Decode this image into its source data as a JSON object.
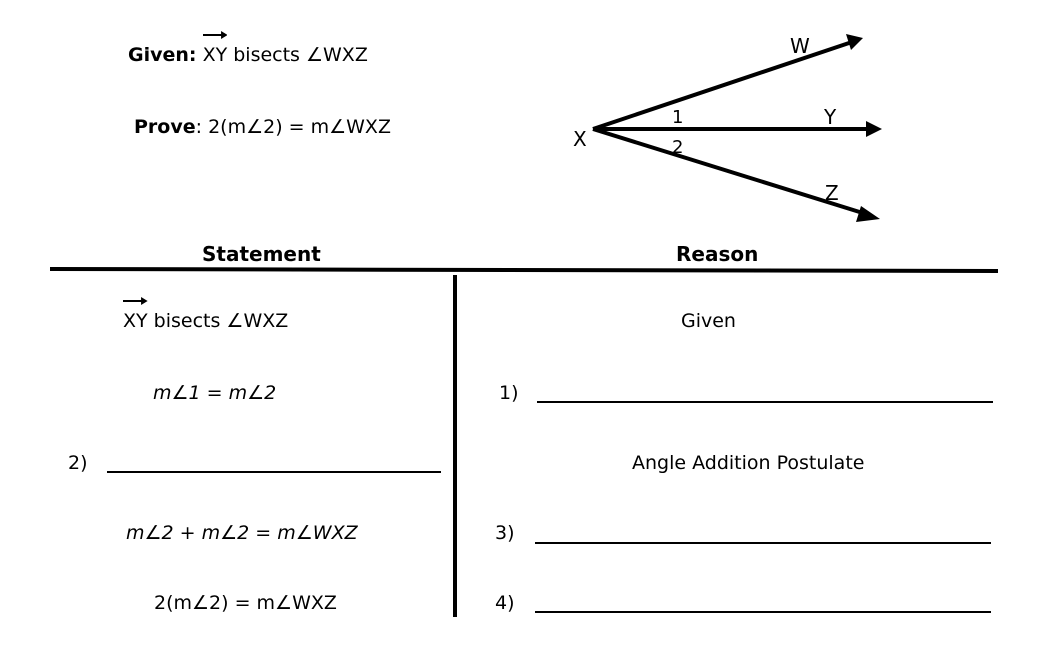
{
  "given": {
    "label": "Given:",
    "ray": "XY",
    "text": " bisects ∠WXZ"
  },
  "prove": {
    "label": "Prove",
    "text": ": 2(m∠2) = m∠WXZ"
  },
  "diagram": {
    "vertex": "X",
    "rays": [
      "W",
      "Y",
      "Z"
    ],
    "angle_labels": [
      "1",
      "2"
    ]
  },
  "table": {
    "statement_header": "Statement",
    "reason_header": "Reason",
    "rows": [
      {
        "statement_ray": "XY",
        "statement": " bisects ∠WXZ",
        "reason": "Given"
      },
      {
        "statement": "m∠1 = m∠2",
        "reason_blank": "1)"
      },
      {
        "statement_blank": "2)",
        "reason": "Angle Addition Postulate"
      },
      {
        "statement": "m∠2 + m∠2 = m∠WXZ",
        "reason_blank": "3)"
      },
      {
        "statement": "2(m∠2) = m∠WXZ",
        "reason_blank": "4)"
      }
    ]
  }
}
